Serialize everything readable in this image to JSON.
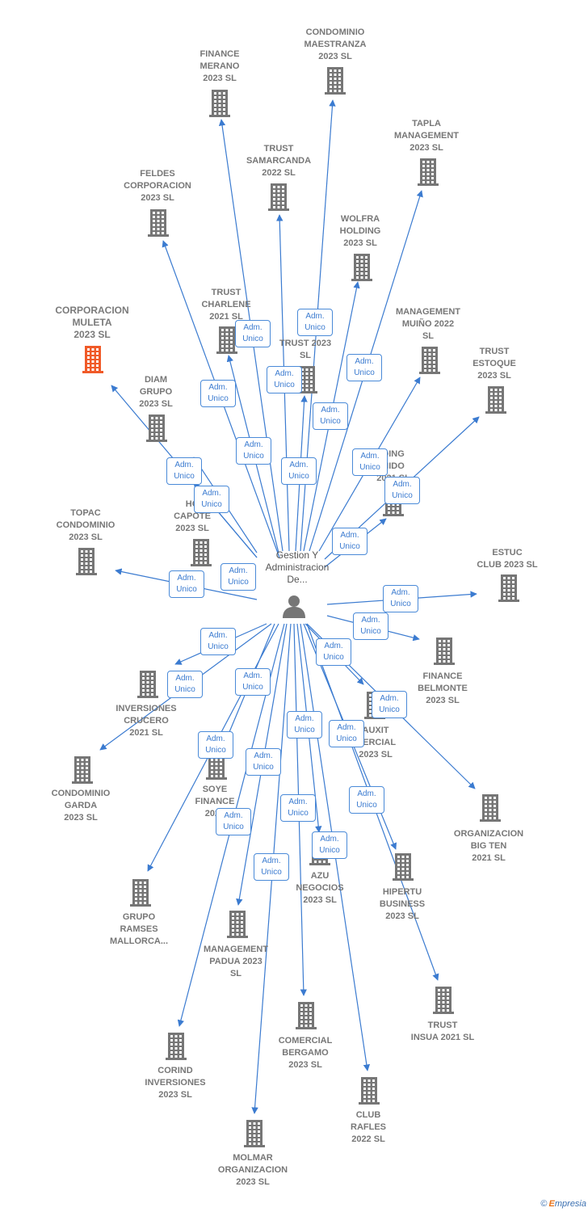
{
  "center": {
    "label": "Gestion Y\nAdministracion\nDe...",
    "icon": "person-icon"
  },
  "colors": {
    "edge": "#3b7bd0",
    "building": "#767676",
    "highlight": "#f05a28"
  },
  "badge_text": "Adm.\nUnico",
  "nodes": [
    {
      "label": "CONDOMINIO\nMAESTRANZA\n2023  SL",
      "icon": "building-icon"
    },
    {
      "label": "FINANCE\nMERANO\n2023  SL",
      "icon": "building-icon"
    },
    {
      "label": "TRUST\nSAMARCANDA\n2022  SL",
      "icon": "building-icon"
    },
    {
      "label": "TAPLA\nMANAGEMENT\n2023  SL",
      "icon": "building-icon"
    },
    {
      "label": "FELDES\nCORPORACION\n2023  SL",
      "icon": "building-icon"
    },
    {
      "label": "WOLFRA\nHOLDING\n2023  SL",
      "icon": "building-icon"
    },
    {
      "label": "CORPORACION\nMULETA\n2023  SL",
      "icon": "building-icon",
      "highlight": true
    },
    {
      "label": "TRUST\nCHARLENE\n2021  SL",
      "icon": "building-icon"
    },
    {
      "label": "Z\nTRUST 2023\nSL",
      "icon": "building-icon"
    },
    {
      "label": "MANAGEMENT\nMUIÑO 2022\nSL",
      "icon": "building-icon"
    },
    {
      "label": "TRUST\nESTOQUE\n2023  SL",
      "icon": "building-icon"
    },
    {
      "label": "DIAM\nGRUPO\n2023  SL",
      "icon": "building-icon"
    },
    {
      "label": "DING\nNIDO\n2021  SL",
      "icon": "building-icon"
    },
    {
      "label": "HO\nCAPOTE\n2023  SL",
      "icon": "building-icon"
    },
    {
      "label": "TOPAC\nCONDOMINIO\n2023  SL",
      "icon": "building-icon"
    },
    {
      "label": "ESTUC\nCLUB 2023  SL",
      "icon": "building-icon"
    },
    {
      "label": "FINANCE\nBELMONTE\n2023  SL",
      "icon": "building-icon"
    },
    {
      "label": "INVERSIONES\nCRUCERO\n2021  SL",
      "icon": "building-icon"
    },
    {
      "label": "AUXIT\nMERCIAL\n2023  SL",
      "icon": "building-icon"
    },
    {
      "label": "CONDOMINIO\nGARDA\n2023  SL",
      "icon": "building-icon"
    },
    {
      "label": "SOYE\nFINANCE\n2023",
      "icon": "building-icon"
    },
    {
      "label": "ORGANIZACION\nBIG TEN\n2021  SL",
      "icon": "building-icon"
    },
    {
      "label": "AZU\nNEGOCIOS\n2023  SL",
      "icon": "building-icon"
    },
    {
      "label": "HIPERTU\nBUSINESS\n2023  SL",
      "icon": "building-icon"
    },
    {
      "label": "GRUPO\nRAMSES\nMALLORCA...",
      "icon": "building-icon"
    },
    {
      "label": "MANAGEMENT\nPADUA 2023\nSL",
      "icon": "building-icon"
    },
    {
      "label": "TRUST\nINSUA 2021  SL",
      "icon": "building-icon"
    },
    {
      "label": "COMERCIAL\nBERGAMO\n2023  SL",
      "icon": "building-icon"
    },
    {
      "label": "CORIND\nINVERSIONES\n2023  SL",
      "icon": "building-icon"
    },
    {
      "label": "CLUB\nRAFLES\n2022  SL",
      "icon": "building-icon"
    },
    {
      "label": "MOLMAR\nORGANIZACION\n2023  SL",
      "icon": "building-icon"
    }
  ],
  "credit": {
    "symbol": "©",
    "brand_initial": "E",
    "brand_rest": "mpresia"
  }
}
